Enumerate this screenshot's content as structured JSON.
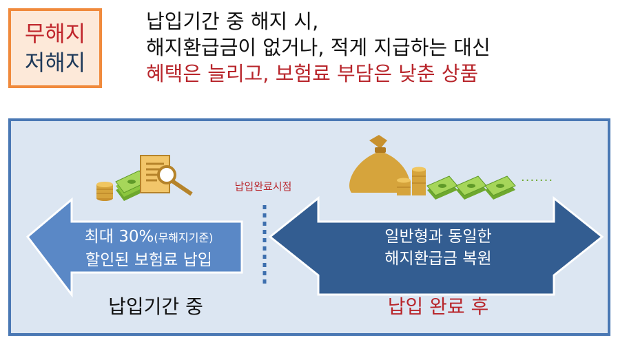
{
  "badge": {
    "line1": "무해지",
    "line2": "저해지"
  },
  "headline": {
    "line1": "납입기간 중 해지 시,",
    "line2": "해지환급금이 없거나, 적게 지급하는 대신",
    "line3": "혜택은 늘리고, 보험료 부담은 낮춘 상품"
  },
  "timeline": {
    "milestone_label": "납입완료시점",
    "left_arrow": {
      "line1_main": "최대 30%",
      "line1_small": "(무해지기준)",
      "line2": "할인된 보험료 납입"
    },
    "right_arrow": {
      "line1": "일반형과 동일한",
      "line2": "해지환급금 복원"
    },
    "left_period": "납입기간 중",
    "right_period": "납입 완료 후",
    "ellipsis": "·······"
  },
  "colors": {
    "badge_border": "#f08a3c",
    "badge_fill": "#fde9d9",
    "accent_red": "#b8252b",
    "panel_border": "#4a78b4",
    "panel_fill": "#dce6f2",
    "arrow_left": "#5a88c6",
    "arrow_right": "#335d91",
    "coin": "#d6a43c",
    "bill": "#8cc63e"
  },
  "icons": [
    "coin-stack-icon",
    "cash-bundle-icon",
    "document-magnifier-icon",
    "money-bag-icon"
  ]
}
